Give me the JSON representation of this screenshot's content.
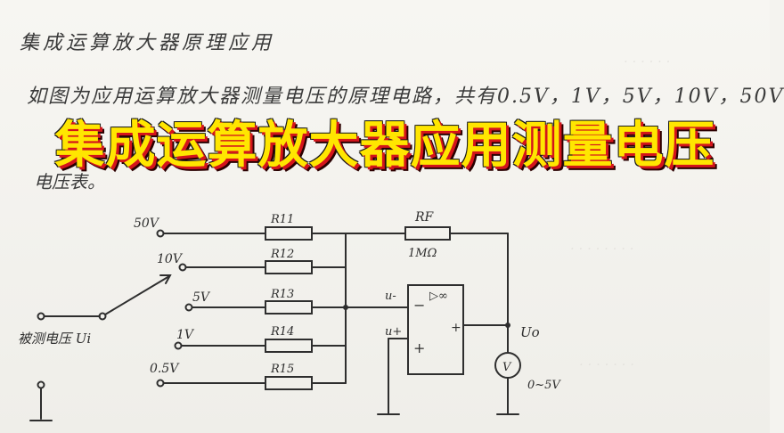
{
  "header_text": "集成运算放大器原理应用",
  "problem_line": "如图为应用运算放大器测量电压的原理电路，共有0.5V，1V，5V，10V，50V",
  "problem_tail": "电压表。",
  "banner_title": "集成运算放大器应用测量电压",
  "circuit": {
    "input_label": "被测电压 Ui",
    "taps": [
      "50V",
      "10V",
      "5V",
      "1V",
      "0.5V"
    ],
    "resistors": [
      "R11",
      "R12",
      "R13",
      "R14",
      "R15"
    ],
    "feedback_resistor": "RF",
    "feedback_value": "1MΩ",
    "inverting_input": "u-",
    "noninverting_input": "u+",
    "minus_sign": "−",
    "plus_sign": "+",
    "output_plus": "+",
    "opamp_symbol": "▷∞",
    "output_label": "Uo",
    "meter_symbol": "V",
    "meter_range": "0~5V"
  },
  "colors": {
    "ink": "#2e2e2e",
    "banner_fill": "#ffe600",
    "banner_shadow": "#d4141b"
  }
}
